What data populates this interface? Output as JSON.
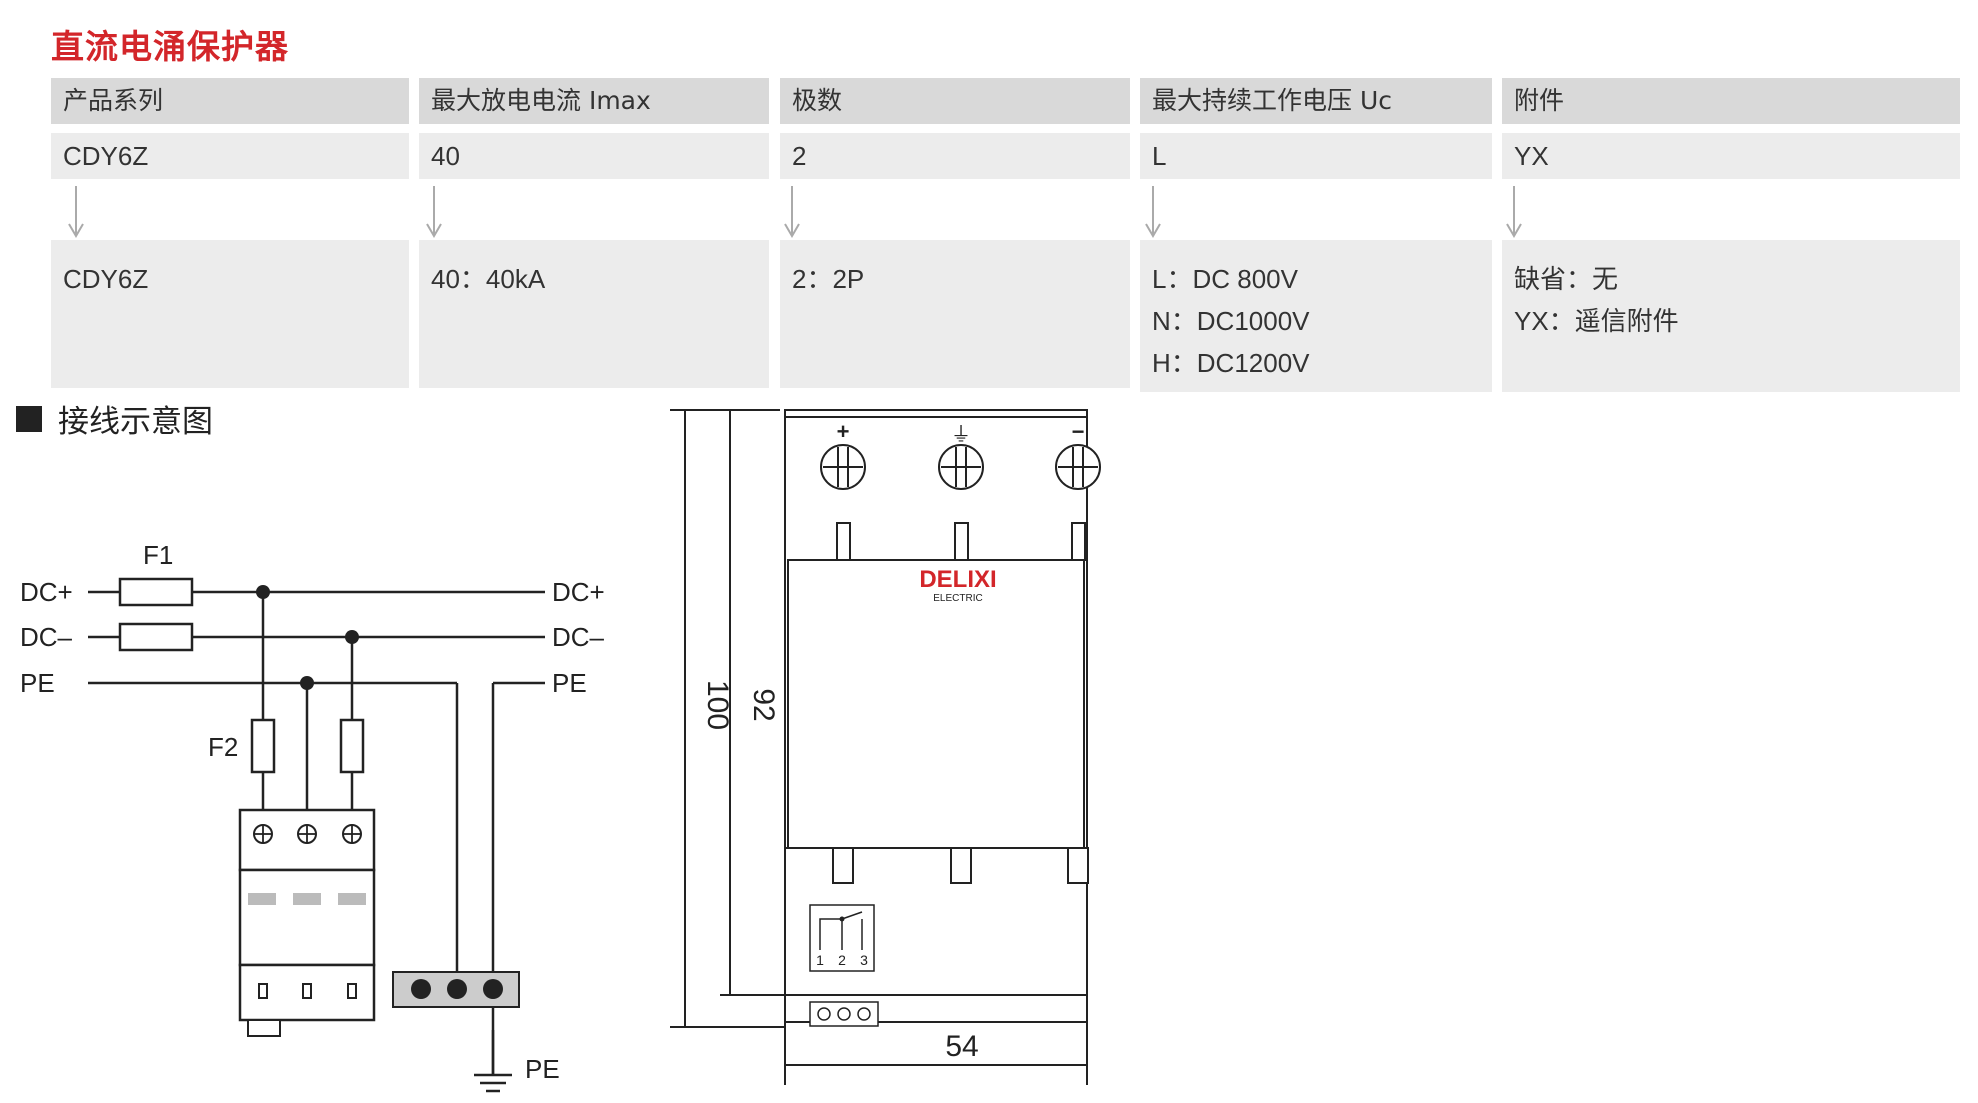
{
  "title": "直流电涌保护器",
  "table": {
    "columns": [
      {
        "header": "产品系列",
        "value": "CDY6Z",
        "options": [
          "CDY6Z"
        ]
      },
      {
        "header": "最大放电电流 Imax",
        "value": "40",
        "options": [
          "40：40kA"
        ]
      },
      {
        "header": "极数",
        "value": "2",
        "options": [
          "2：2P"
        ]
      },
      {
        "header": "最大持续工作电压 Uc",
        "value": "L",
        "options": [
          "L：DC 800V",
          "N：DC1000V",
          "H：DC1200V"
        ]
      },
      {
        "header": "附件",
        "value": "YX",
        "options": [
          "缺省：无",
          "YX：遥信附件"
        ]
      }
    ]
  },
  "wiring": {
    "section_title": "接线示意图",
    "labels": {
      "f1": "F1",
      "f2": "F2",
      "dc_plus_left": "DC+",
      "dc_minus_left": "DC–",
      "pe_left": "PE",
      "dc_plus_right": "DC+",
      "dc_minus_right": "DC–",
      "pe_right": "PE",
      "pe_ground": "PE"
    }
  },
  "dimensions": {
    "height_total": "100",
    "height_body": "92",
    "width": "54",
    "brand": "DELIXI",
    "brand_sub": "ELECTRIC",
    "terminal_symbols": [
      "+",
      "⏚",
      "−"
    ],
    "contact_numbers": [
      "1",
      "2",
      "3"
    ]
  },
  "colors": {
    "title": "#d3262a",
    "header_bg": "#d9d9d9",
    "cell_bg": "#ececec",
    "brand": "#d3262a"
  }
}
